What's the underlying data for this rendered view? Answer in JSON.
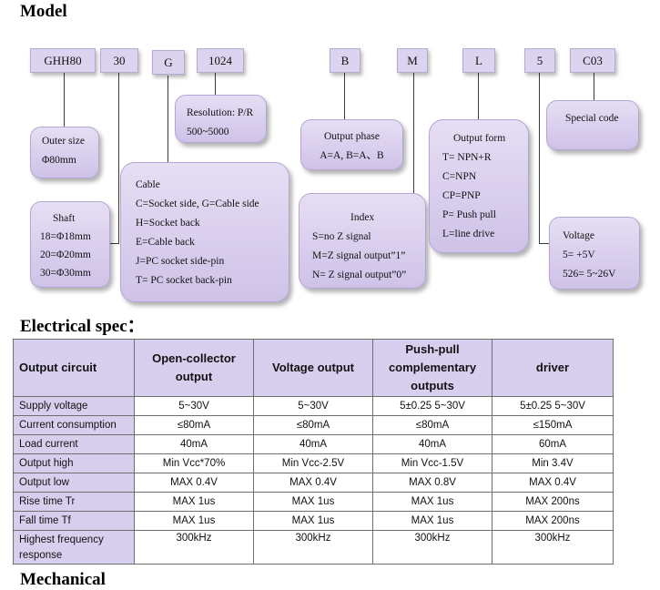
{
  "headings": {
    "model": "Model",
    "electrical": "Electrical spec：",
    "mechanical": "Mechanical"
  },
  "codes": {
    "series": "GHH80",
    "shaft": "30",
    "cable": "G",
    "resolution": "1024",
    "phase": "B",
    "index": "M",
    "output_form": "L",
    "voltage": "5",
    "special": "C03"
  },
  "bubbles": {
    "outer_size": [
      "Outer size",
      "Φ80mm"
    ],
    "shaft": [
      "Shaft",
      "18=Φ18mm",
      "20=Φ20mm",
      "30=Φ30mm"
    ],
    "resolution": [
      "Resolution: P/R",
      "500~5000"
    ],
    "cable": [
      "Cable",
      "C=Socket side, G=Cable side",
      "H=Socket back",
      "E=Cable back",
      "J=PC socket side-pin",
      "T= PC socket back-pin"
    ],
    "phase": [
      "Output phase",
      "A=A, B=A、B"
    ],
    "index": [
      "Index",
      "S=no Z signal",
      "M=Z signal output”1”",
      "N= Z signal output”0”"
    ],
    "output_form": [
      "Output form",
      "T= NPN+R",
      "C=NPN",
      "CP=PNP",
      "P= Push pull",
      "L=line drive"
    ],
    "special": [
      "Special code"
    ],
    "voltage": [
      "Voltage",
      "5= +5V",
      "526= 5~26V"
    ]
  },
  "table": {
    "headers": [
      "Output circuit",
      "Open-collector output",
      "Voltage output",
      "Push-pull complementary outputs",
      "driver"
    ],
    "rows": [
      [
        "Supply voltage",
        "5~30V",
        "5~30V",
        "5±0.25    5~30V",
        "5±0.25    5~30V"
      ],
      [
        "Current consumption",
        "≤80mA",
        "≤80mA",
        "≤80mA",
        "≤150mA"
      ],
      [
        "Load current",
        "40mA",
        "40mA",
        "40mA",
        "60mA"
      ],
      [
        "Output high",
        "Min Vcc*70%",
        "Min Vcc-2.5V",
        "Min Vcc-1.5V",
        "Min 3.4V"
      ],
      [
        "Output low",
        "MAX 0.4V",
        "MAX 0.4V",
        "MAX 0.8V",
        "MAX 0.4V"
      ],
      [
        "Rise time Tr",
        "MAX 1us",
        "MAX 1us",
        "MAX 1us",
        "MAX 200ns"
      ],
      [
        "Fall time Tf",
        "MAX 1us",
        "MAX 1us",
        "MAX 1us",
        "MAX 200ns"
      ],
      [
        "Highest frequency response",
        "300kHz",
        "300kHz",
        "300kHz",
        "300kHz"
      ]
    ]
  }
}
